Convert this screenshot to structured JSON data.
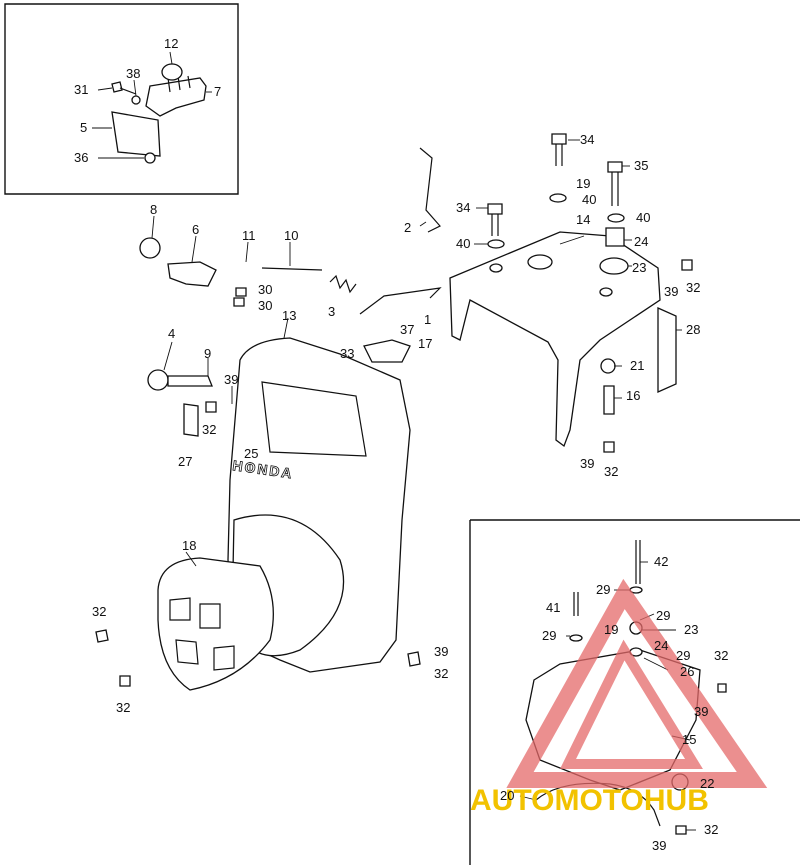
{
  "diagram": {
    "type": "exploded parts diagram",
    "callouts": {
      "top_inset": [
        "12",
        "31",
        "38",
        "7",
        "5",
        "36"
      ],
      "main": [
        "8",
        "6",
        "11",
        "10",
        "30",
        "30",
        "4",
        "9",
        "39",
        "32",
        "27",
        "13",
        "3",
        "33",
        "37",
        "1",
        "17",
        "2",
        "34",
        "19",
        "40",
        "34",
        "40",
        "35",
        "40",
        "14",
        "24",
        "23",
        "39",
        "32",
        "28",
        "21",
        "16",
        "39",
        "32",
        "25",
        "18",
        "32",
        "32",
        "39",
        "32"
      ],
      "bottom_inset": [
        "42",
        "29",
        "41",
        "29",
        "19",
        "23",
        "29",
        "24",
        "29",
        "32",
        "26",
        "39",
        "15",
        "22",
        "20",
        "39",
        "32"
      ]
    },
    "cover_emblem_text": "HONDA"
  },
  "watermark": {
    "brand": "AUTOMOTOHUB",
    "colors": {
      "primary": "#e46a6a",
      "accent": "#f2c200",
      "dark": "#333333"
    }
  }
}
